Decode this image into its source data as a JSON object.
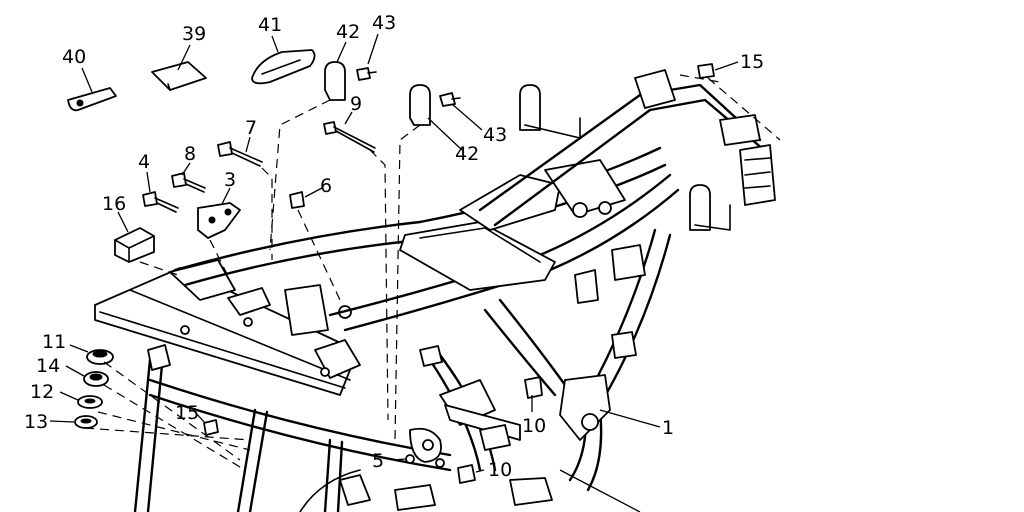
{
  "diagram": {
    "labels": {
      "p1": "1",
      "p3": "3",
      "p4": "4",
      "p5": "5",
      "p6": "6",
      "p7": "7",
      "p8": "8",
      "p9": "9",
      "p10a": "10",
      "p10b": "10",
      "p11": "11",
      "p12": "12",
      "p13": "13",
      "p14": "14",
      "p15a": "15",
      "p15b": "15",
      "p16": "16",
      "p39": "39",
      "p40": "40",
      "p41": "41",
      "p42a": "42",
      "p42b": "42",
      "p43a": "43",
      "p43b": "43"
    }
  }
}
